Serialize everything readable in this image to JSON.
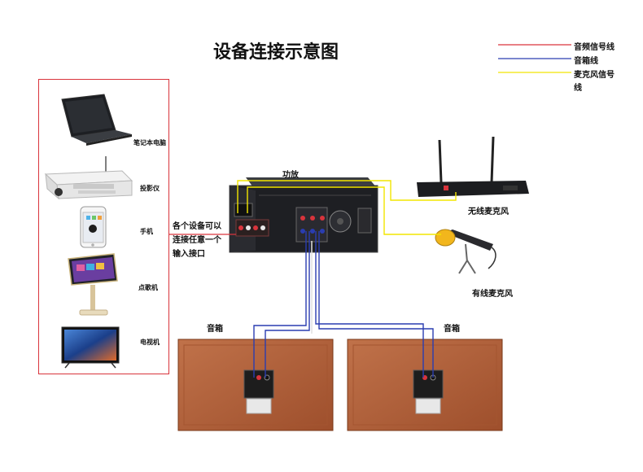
{
  "title": "设备连接示意图",
  "legend": [
    {
      "label": "音频信号线",
      "color": "#d9343c"
    },
    {
      "label": "音箱线",
      "color": "#2a3db0"
    },
    {
      "label": "麦克风信号",
      "label2": "线",
      "color": "#f2e500"
    }
  ],
  "sources": [
    {
      "label": "笔记本电脑"
    },
    {
      "label": "投影仪"
    },
    {
      "label": "手机"
    },
    {
      "label": "点歌机"
    },
    {
      "label": "电视机"
    }
  ],
  "input_note": [
    "各个设备可以",
    "连接任意一个",
    "输入接口"
  ],
  "amplifier": {
    "label": "功放"
  },
  "wireless_mic": {
    "label": "无线麦克风"
  },
  "wired_mic": {
    "label": "有线麦克风"
  },
  "speakers": [
    {
      "label": "音箱"
    },
    {
      "label": "音箱"
    }
  ],
  "colors": {
    "audio": "#d9343c",
    "speaker": "#2a3db0",
    "mic": "#f2e500",
    "wood": "#b5623c"
  }
}
